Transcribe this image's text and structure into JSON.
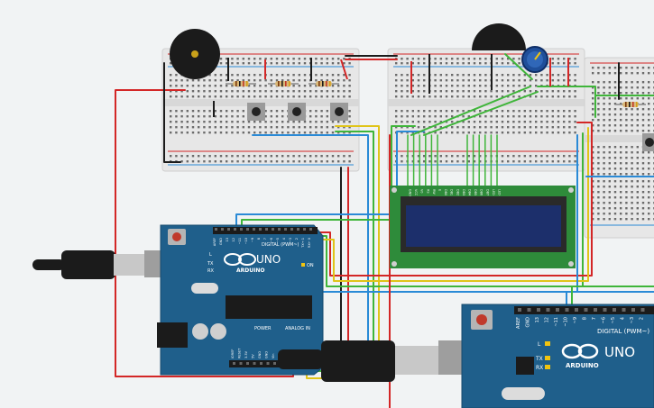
{
  "board_main": {
    "brand_text": "UNO",
    "logo_text": "ARDUINO",
    "digital_header": "DIGITAL (PWM~)",
    "power_header": "POWER",
    "analog_header": "ANALOG IN",
    "on_label": "ON",
    "l_label": "L",
    "tx_label": "TX",
    "rx_label": "RX",
    "digital_pins": [
      "AREF",
      "GND",
      "13",
      "12",
      "~11",
      "~10",
      "~9",
      "8",
      "7",
      "~6",
      "~5",
      "4",
      "~3",
      "2",
      "TX→ 1",
      "RX← 0"
    ],
    "power_pins": [
      "IOREF",
      "RESET",
      "3.3V",
      "5V",
      "GND",
      "GND",
      "Vin"
    ],
    "analog_pins": [
      "A0",
      "A1",
      "A2",
      "A3",
      "A4",
      "A5"
    ]
  },
  "board_second": {
    "brand_text": "UNO",
    "logo_text": "ARDUINO",
    "digital_header": "DIGITAL (PWM~)",
    "l_label": "L",
    "tx_label": "TX",
    "rx_label": "RX",
    "pins": [
      "AREF",
      "GND",
      "13",
      "12",
      "~11",
      "~10",
      "~9",
      "8",
      "7",
      "~6",
      "~5",
      "4",
      "~3",
      "2"
    ]
  },
  "lcd": {
    "pins": [
      "GND",
      "VCC",
      "V0",
      "RS",
      "RW",
      "E",
      "DB0",
      "DB1",
      "DB2",
      "DB3",
      "DB4",
      "DB5",
      "DB6",
      "DB7",
      "LED",
      "LED"
    ]
  },
  "colors": {
    "board": "#1f5f8b",
    "lcd_screen": "#1c2f6b",
    "lcd_pcb": "#2e8b3a",
    "breadboard": "#e7e7e7",
    "wire_red": "#d32626",
    "wire_green": "#3fb53a",
    "wire_blue": "#2a8ad6",
    "wire_yellow": "#e0c419",
    "wire_black": "#1b1b1b"
  }
}
